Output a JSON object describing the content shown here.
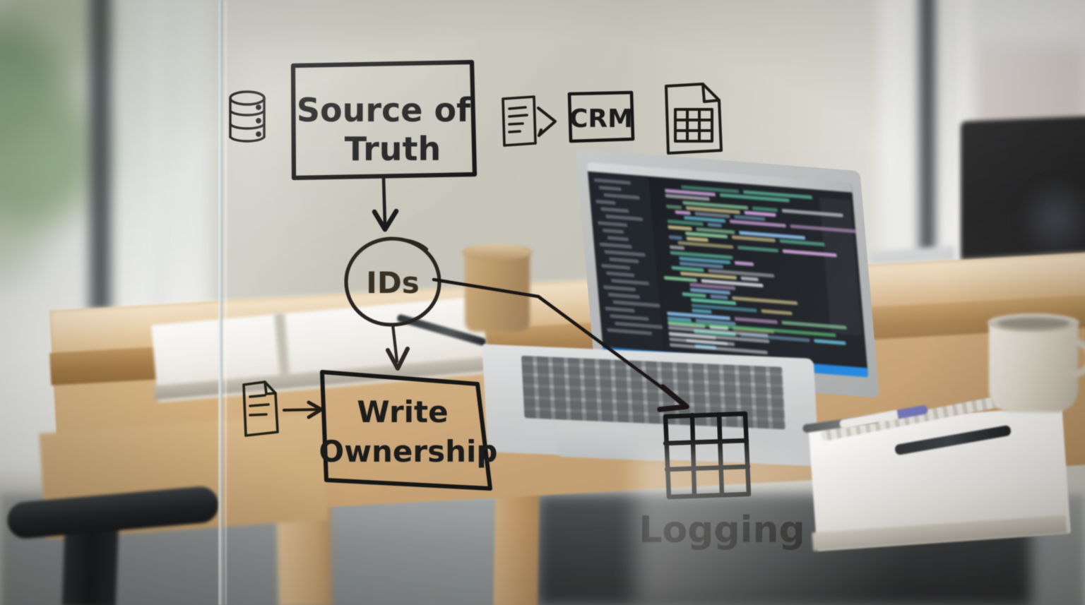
{
  "scene": {
    "title": "Glass whiteboard data-architecture sketch on an office desk",
    "medium": "black dry-erase marker on glass panel",
    "ink_color": "#1d1c1a",
    "glass_tint": "#cfcec4",
    "desk_color": "#c9a271",
    "accent_blue": "#0b76d6"
  },
  "diagram": {
    "type": "flowchart",
    "nodes": [
      {
        "id": "source_of_truth",
        "label_line1": "Source of",
        "label_line2": "Truth",
        "shape": "rectangle"
      },
      {
        "id": "ids",
        "label": "IDs",
        "shape": "circle"
      },
      {
        "id": "write_ownership",
        "label_line1": "Write",
        "label_line2": "Ownership",
        "shape": "rectangle"
      },
      {
        "id": "crm",
        "label": "CRM",
        "shape": "rectangle"
      },
      {
        "id": "logging",
        "label": "Logging",
        "shape": "icon-table"
      }
    ],
    "edges": [
      {
        "from": "source_of_truth",
        "to": "ids",
        "style": "straight-arrow-down"
      },
      {
        "from": "ids",
        "to": "write_ownership",
        "style": "straight-arrow-down"
      },
      {
        "from": "ids",
        "to": "logging",
        "style": "elbow-arrow-diagonal"
      },
      {
        "from": "document_icon",
        "to": "write_ownership",
        "style": "short-arrow-right"
      },
      {
        "from": "document_icon_top",
        "to": "crm",
        "style": "chevron-arrow-right"
      }
    ]
  },
  "icons": [
    {
      "name": "database-cylinder-icon",
      "meaning": "database"
    },
    {
      "name": "document-lines-icon",
      "meaning": "document / record"
    },
    {
      "name": "arrow-right-chevron-icon",
      "meaning": "flows to"
    },
    {
      "name": "crm-box-icon",
      "meaning": "CRM system"
    },
    {
      "name": "spreadsheet-document-icon",
      "meaning": "spreadsheet export"
    },
    {
      "name": "document-page-icon",
      "meaning": "document input"
    },
    {
      "name": "arrow-right-icon",
      "meaning": "feeds into"
    },
    {
      "name": "table-grid-icon",
      "meaning": "log table"
    }
  ],
  "labels": {
    "source_of_truth_line1": "Source of",
    "source_of_truth_line2": "Truth",
    "ids": "IDs",
    "write_line1": "Write",
    "write_line2": "Ownership",
    "crm": "CRM",
    "logging": "Logging"
  },
  "desk_objects": [
    {
      "name": "laptop",
      "detail": "open silver laptop showing a dark-themed code editor"
    },
    {
      "name": "coffee-cup",
      "detail": "kraft paper takeaway cup"
    },
    {
      "name": "ceramic-mug",
      "detail": "beige stoneware mug with handle"
    },
    {
      "name": "spiral-notebook",
      "detail": "white spiral-bound notebook, blank page"
    },
    {
      "name": "pen-black",
      "detail": "black ballpoint pen on notebook"
    },
    {
      "name": "pen-marker",
      "detail": "white marker with blue-violet cap"
    },
    {
      "name": "open-book",
      "detail": "open book / notepad behind the glass"
    },
    {
      "name": "office-chair-armrest",
      "detail": "black chair armrest, foreground lower-left"
    },
    {
      "name": "background-monitor",
      "detail": "second dark display at the far right"
    }
  ]
}
